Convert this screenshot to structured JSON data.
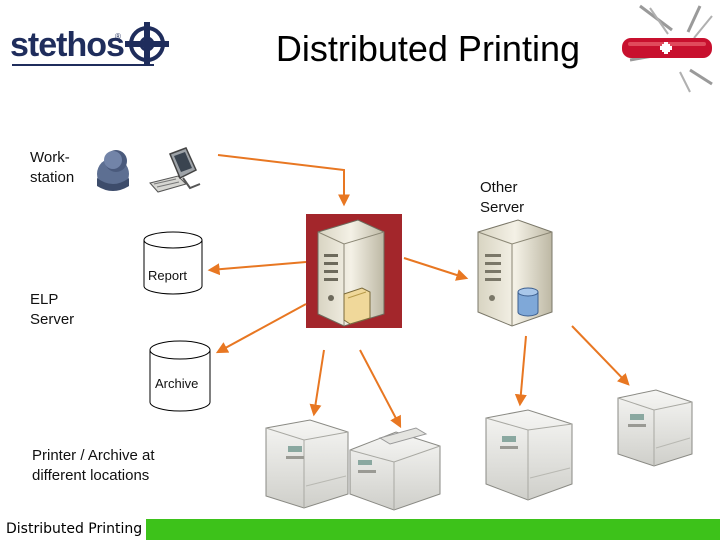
{
  "slide": {
    "title": "Distributed Printing",
    "footer": "Distributed Printing"
  },
  "logo": {
    "text": "stethos",
    "registered": "®"
  },
  "labels": {
    "workstation_line1": "Work-",
    "workstation_line2": "station",
    "other_server_line1": "Other",
    "other_server_line2": "Server",
    "elp_server_line1": "ELP",
    "elp_server_line2": "Server",
    "printers_line1": "Printer / Archive at",
    "printers_line2": "different locations"
  },
  "databases": {
    "report": "Report",
    "archive": "Archive"
  },
  "colors": {
    "arrow": "#e87722",
    "footer_bar": "#3dc21a",
    "elp_server_bg": "#a3262b",
    "logo": "#1f2d5c"
  }
}
